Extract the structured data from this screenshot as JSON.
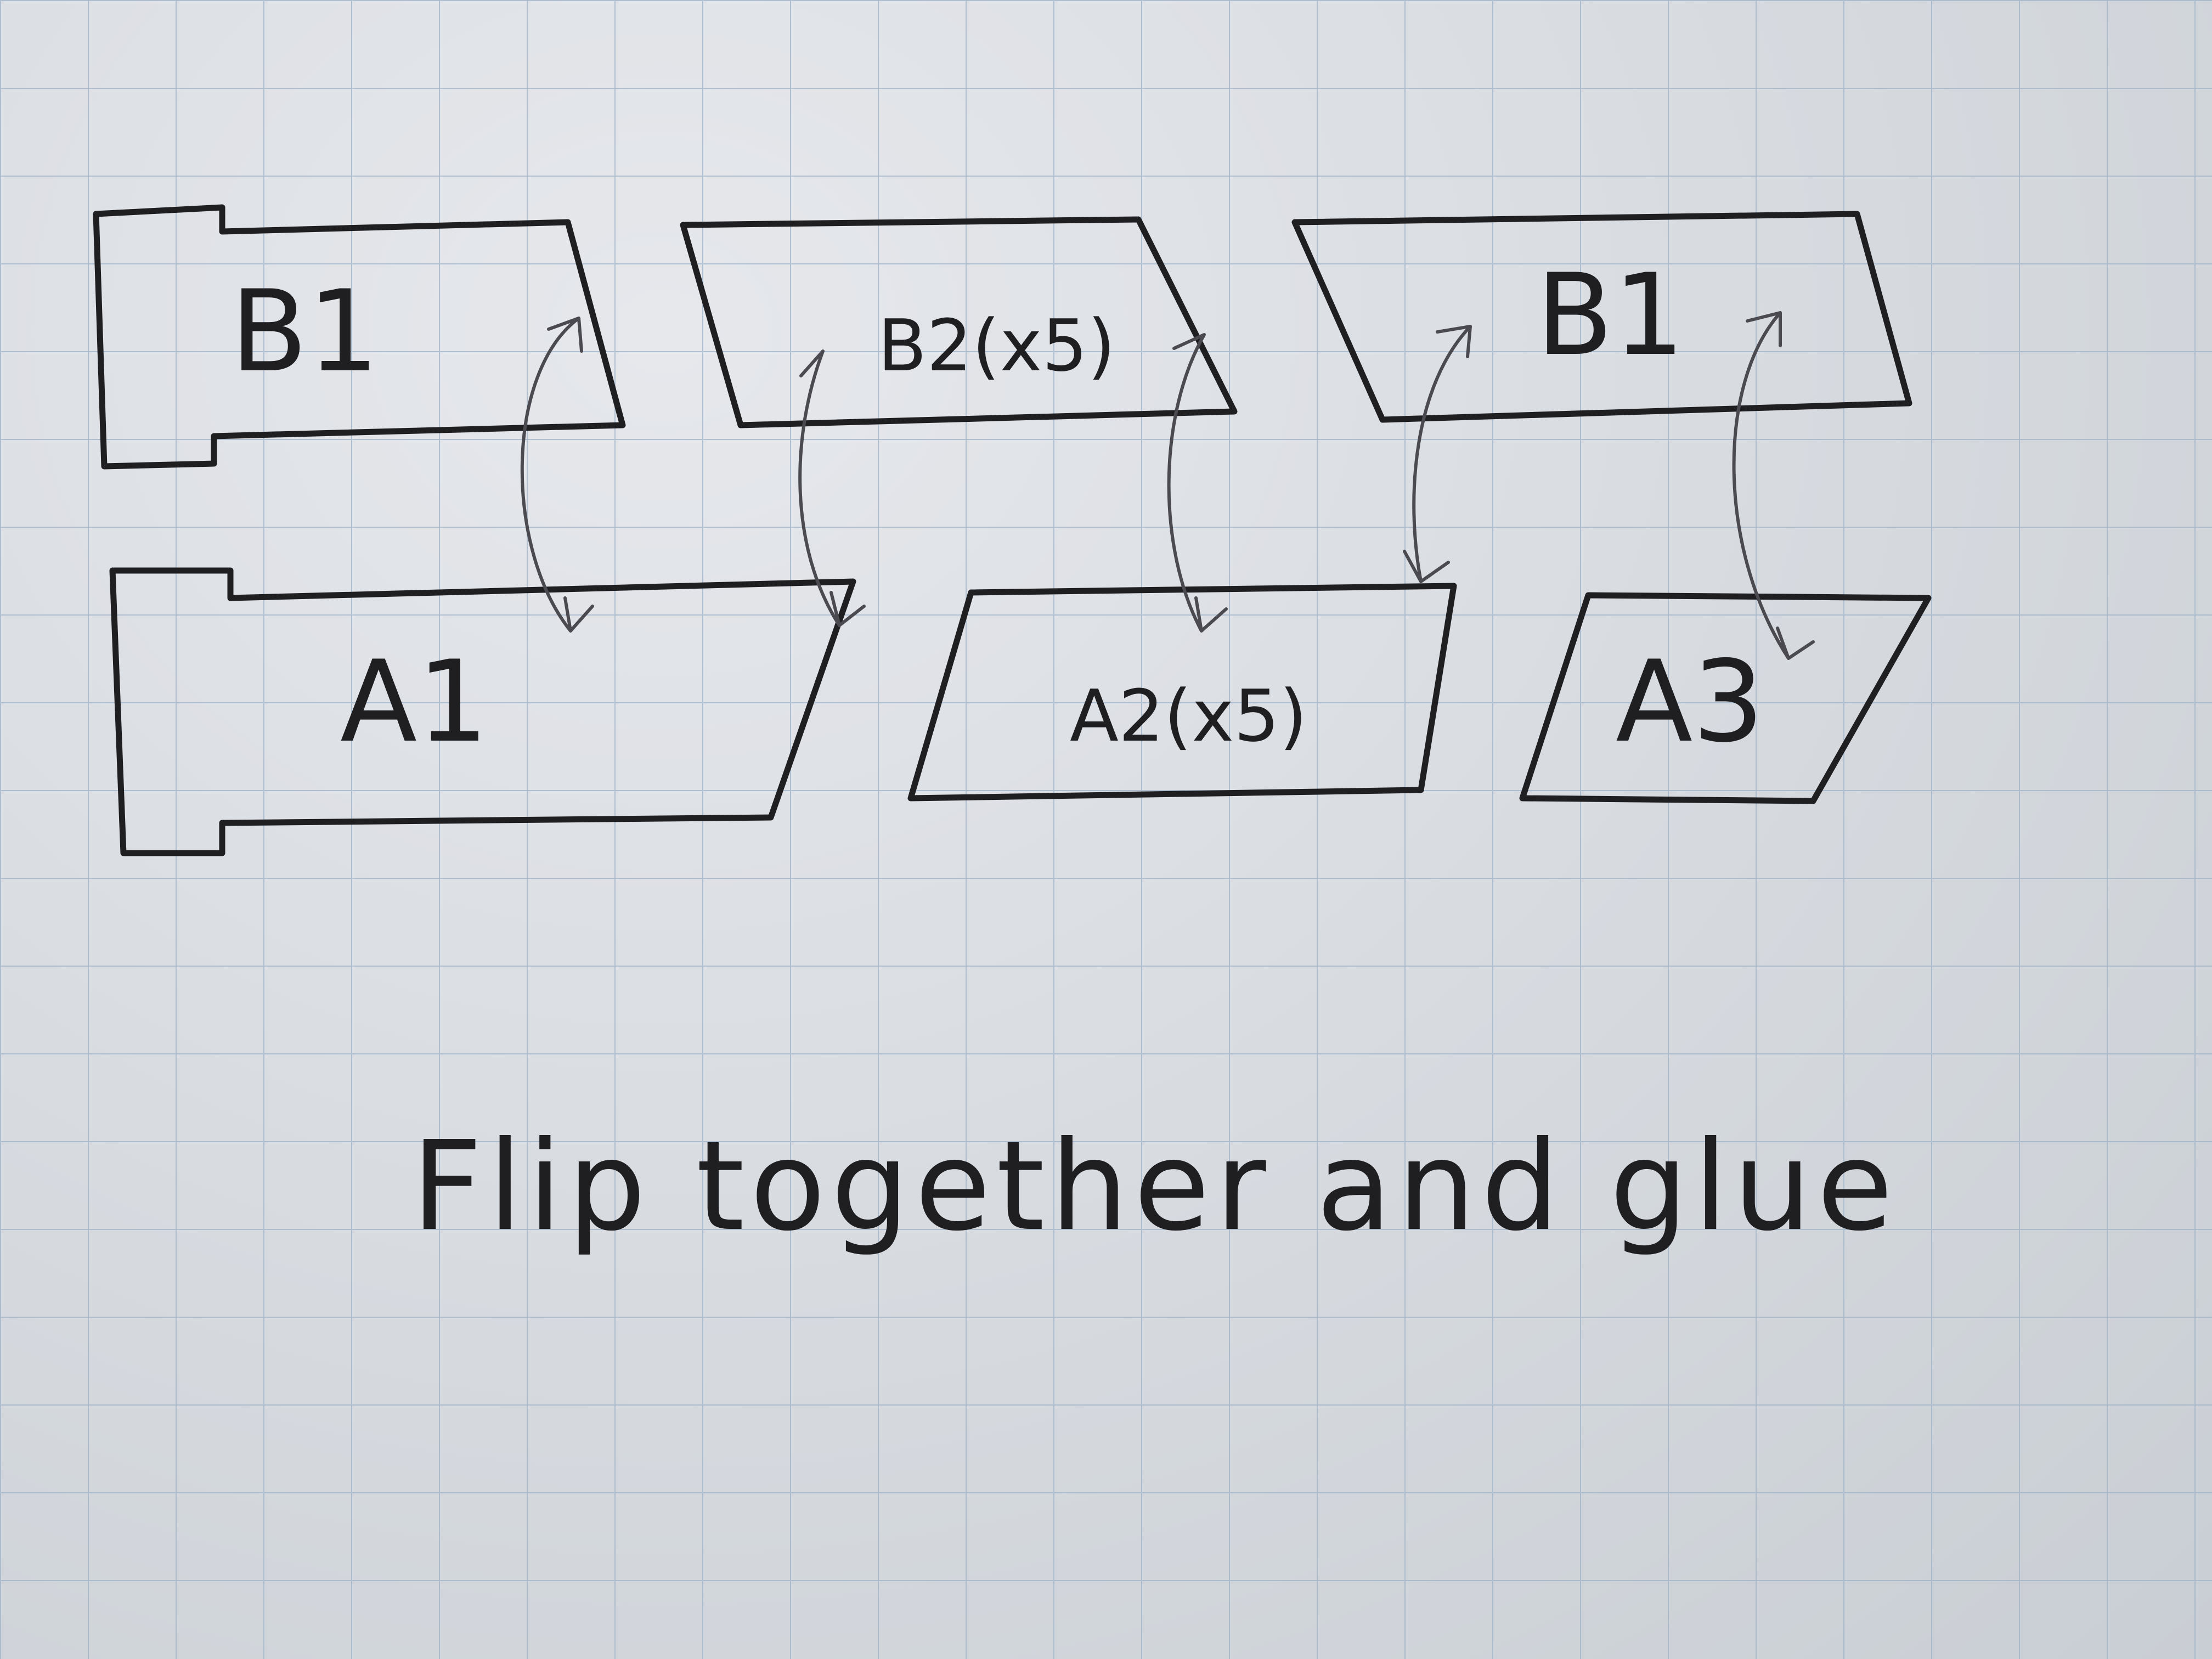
{
  "paper": {
    "color": "#d8dce1",
    "grid_color": "#9fb3c6"
  },
  "ink_color": "#1f1f22",
  "pencil_color": "#4a4a50",
  "pieces": {
    "b1_left": {
      "label": "B1"
    },
    "b2": {
      "label": "B2(x5)"
    },
    "b1_right": {
      "label": "B1"
    },
    "a1": {
      "label": "A1"
    },
    "a2": {
      "label": "A2(x5)"
    },
    "a3": {
      "label": "A3"
    }
  },
  "caption": "Flip together and glue"
}
